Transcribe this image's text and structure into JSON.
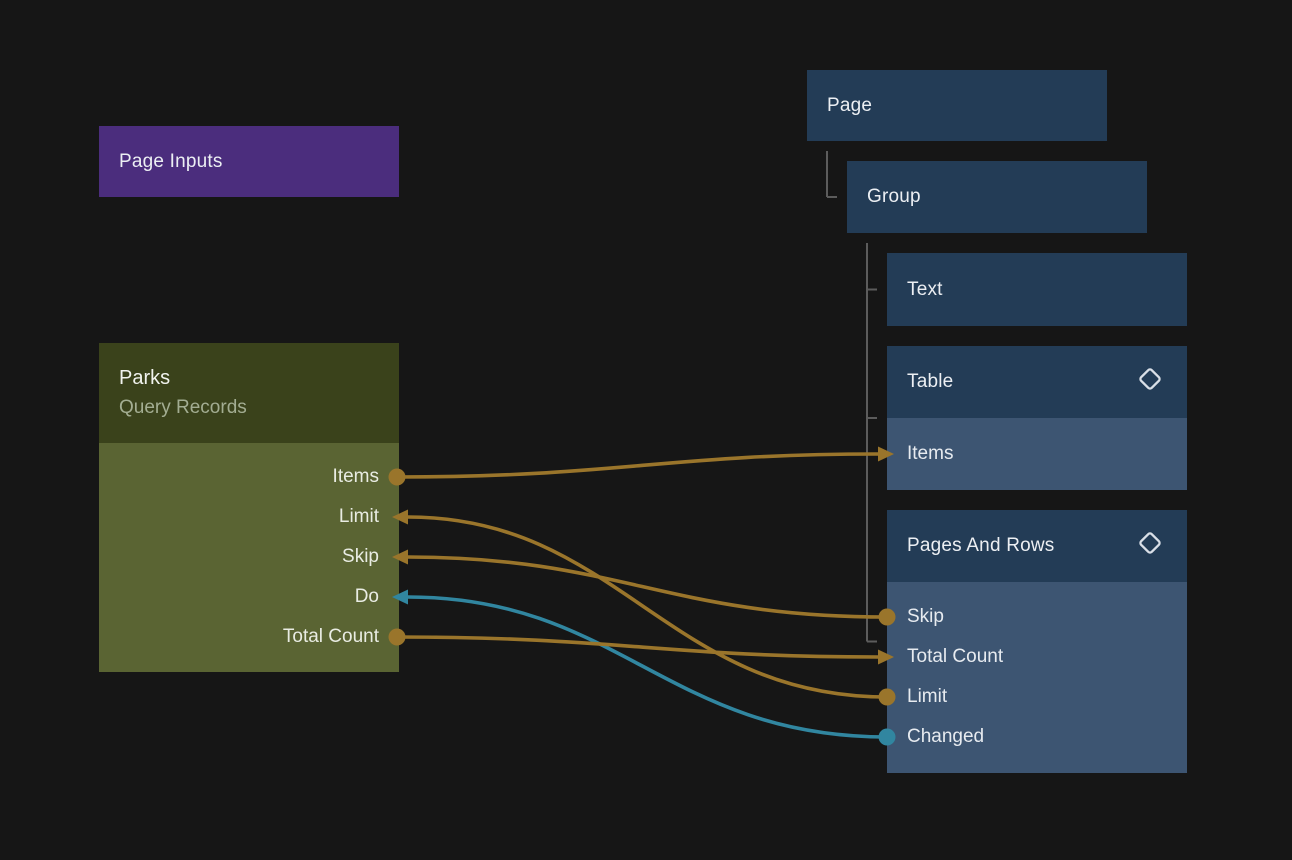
{
  "colors": {
    "background": "#161616",
    "gold": "#9A752B",
    "teal": "#3186A0",
    "purple": "#4B2D7D",
    "olive_header": "#3A421B",
    "olive_body": "#5A6433",
    "blue_header": "#233C56",
    "blue_row": "#3D5572",
    "tree_line": "#5C5C5C"
  },
  "page_inputs": {
    "title": "Page Inputs"
  },
  "parks": {
    "title": "Parks",
    "subtitle": "Query Records",
    "ports": [
      {
        "label": "Items",
        "direction": "output",
        "color": "gold"
      },
      {
        "label": "Limit",
        "direction": "input",
        "color": "gold"
      },
      {
        "label": "Skip",
        "direction": "input",
        "color": "gold"
      },
      {
        "label": "Do",
        "direction": "input",
        "color": "teal"
      },
      {
        "label": "Total Count",
        "direction": "output",
        "color": "gold"
      }
    ]
  },
  "tree": {
    "page": {
      "label": "Page"
    },
    "group": {
      "label": "Group"
    },
    "text": {
      "label": "Text"
    },
    "table": {
      "label": "Table",
      "icon": "diamond-icon",
      "rows": [
        {
          "label": "Items"
        }
      ]
    },
    "pages_and_rows": {
      "label": "Pages And Rows",
      "icon": "diamond-icon",
      "rows": [
        {
          "label": "Skip"
        },
        {
          "label": "Total Count"
        },
        {
          "label": "Limit"
        },
        {
          "label": "Changed"
        }
      ]
    }
  },
  "connections": [
    {
      "from": "parks-port-items",
      "fromSide": "right",
      "to": "table-row-items",
      "toSide": "left",
      "color": "gold",
      "start": "dot",
      "end": "arrow"
    },
    {
      "from": "par-row-skip",
      "fromSide": "left",
      "to": "parks-port-skip",
      "toSide": "right",
      "color": "gold",
      "start": "dot",
      "end": "arrow"
    },
    {
      "from": "par-row-limit",
      "fromSide": "left",
      "to": "parks-port-limit",
      "toSide": "right",
      "color": "gold",
      "start": "dot",
      "end": "arrow"
    },
    {
      "from": "par-row-changed",
      "fromSide": "left",
      "to": "parks-port-do",
      "toSide": "right",
      "color": "teal",
      "start": "dot",
      "end": "arrow"
    },
    {
      "from": "parks-port-total-count",
      "fromSide": "right",
      "to": "par-row-total-count",
      "toSide": "left",
      "color": "gold",
      "start": "dot",
      "end": "arrow"
    }
  ],
  "tree_links": [
    {
      "parent": "node-page",
      "children": [
        "node-group"
      ]
    },
    {
      "parent": "node-group",
      "children": [
        "node-text",
        "node-table",
        "node-par"
      ]
    }
  ]
}
